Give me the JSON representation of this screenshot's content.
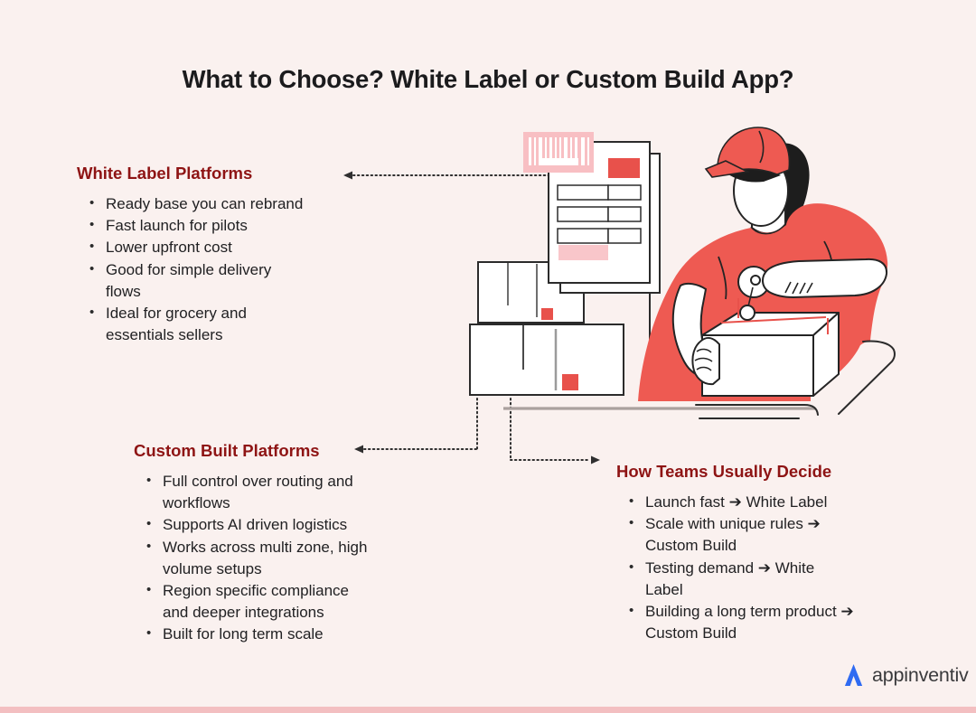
{
  "title": "What to Choose? White Label or Custom Build App?",
  "colors": {
    "background": "#faf1ef",
    "heading_red": "#8e1414",
    "illustration_red": "#ee5a52",
    "accent_red": "#e8514b",
    "light_pink": "#f8bfc3",
    "bottom_bar_pink": "#f3bfc1",
    "logo_blue": "#2f6bf2"
  },
  "sections": {
    "white_label": {
      "heading": "White Label Platforms",
      "items": [
        "Ready base you can rebrand",
        "Fast launch for pilots",
        "Lower upfront cost",
        "Good for simple delivery flows",
        "Ideal for grocery and essentials sellers"
      ]
    },
    "custom_built": {
      "heading": "Custom Built Platforms",
      "items": [
        "Full control over routing and workflows",
        "Supports AI driven logistics",
        "Works across multi zone, high volume setups",
        "Region specific compliance and deeper integrations",
        "Built for long term scale"
      ]
    },
    "decide": {
      "heading": "How Teams Usually Decide",
      "items": [
        "Launch fast ➔ White Label",
        "Scale with unique rules ➔ Custom Build",
        "Testing demand ➔ White Label",
        "Building a long term product ➔ Custom Build"
      ]
    }
  },
  "logo": {
    "text": "appinventiv"
  }
}
